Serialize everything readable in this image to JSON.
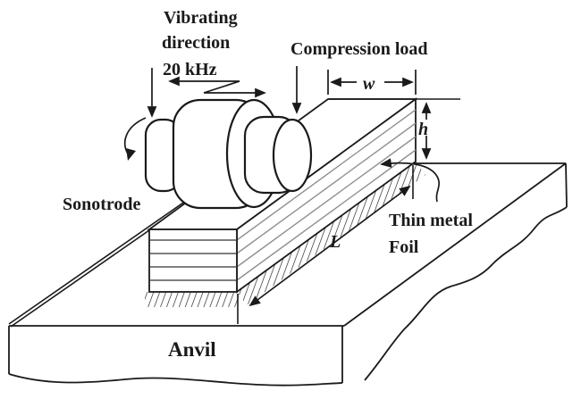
{
  "labels": {
    "vibrating_1": "Vibrating",
    "vibrating_2": "direction",
    "frequency": "20 kHz",
    "compression_load": "Compression load",
    "sonotrode": "Sonotrode",
    "thin_metal_1": "Thin metal",
    "thin_metal_2": "Foil",
    "anvil": "Anvil",
    "dims": {
      "width": "w",
      "height": "h",
      "length": "L"
    }
  },
  "colors": {
    "ink": "#1a1a1a",
    "foil_layer_gray": "#8f8f8f",
    "background": "#ffffff"
  }
}
